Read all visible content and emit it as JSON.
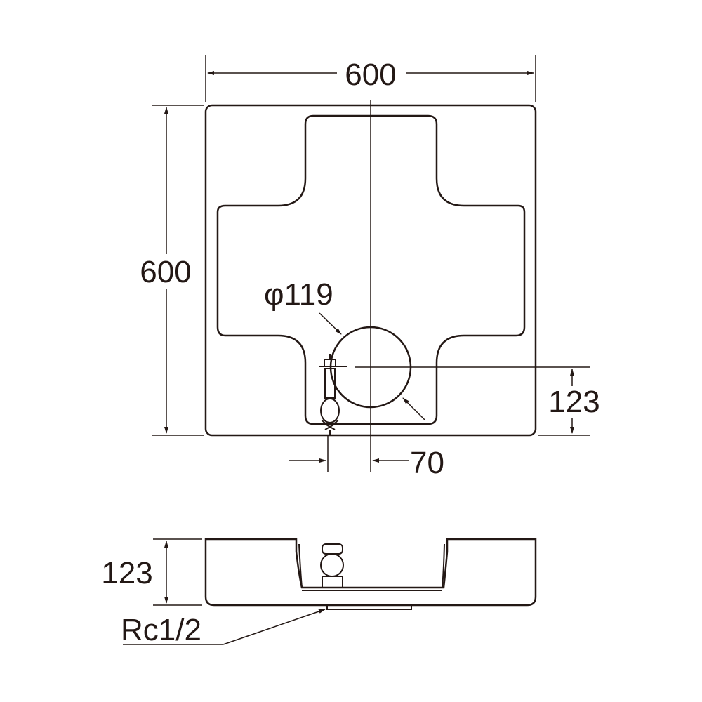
{
  "diagram": {
    "plan_view": {
      "width_label": "600",
      "depth_label": "600",
      "drain_diameter_label": "φ119",
      "drain_offset_label": "123",
      "faucet_offset_label": "70"
    },
    "side_view": {
      "height_label": "123",
      "thread_label": "Rc1/2"
    },
    "colors": {
      "line": "#231815",
      "background": "#ffffff"
    }
  }
}
